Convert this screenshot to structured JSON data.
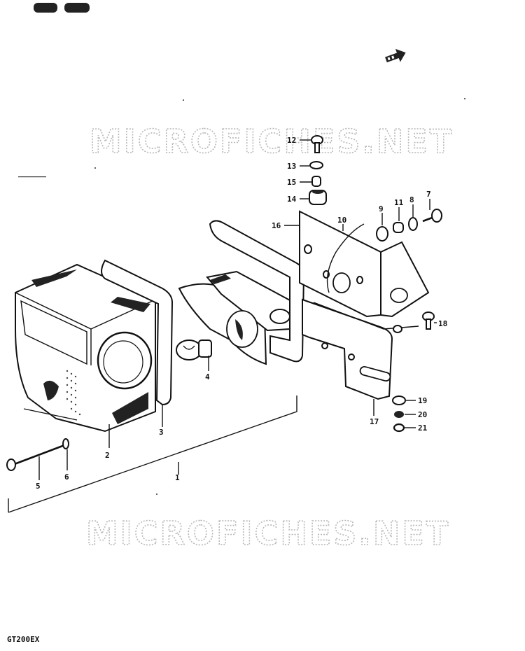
{
  "watermark": {
    "top": "MICROFICHES.NET",
    "bottom": "MICROFICHES.NET"
  },
  "model_code": "GT200EX",
  "callouts": [
    "1",
    "2",
    "3",
    "4",
    "5",
    "6",
    "7",
    "8",
    "9",
    "10",
    "11",
    "12",
    "13",
    "14",
    "15",
    "16",
    "17",
    "18",
    "19",
    "20",
    "21"
  ]
}
